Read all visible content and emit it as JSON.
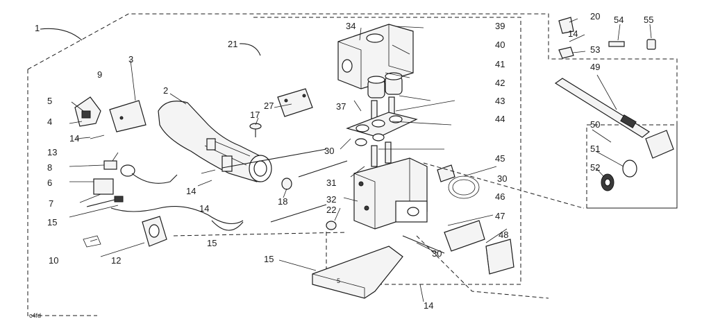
{
  "callouts": [
    "1",
    "2",
    "3",
    "4",
    "5",
    "6",
    "7",
    "8",
    "9",
    "10",
    "12",
    "13",
    "14",
    "14",
    "14",
    "14",
    "14",
    "15",
    "15",
    "15",
    "17",
    "18",
    "20",
    "21",
    "22",
    "27",
    "30",
    "30",
    "30",
    "31",
    "32",
    "34",
    "37",
    "39",
    "40",
    "41",
    "42",
    "43",
    "44",
    "45",
    "46",
    "47",
    "48",
    "49",
    "50",
    "51",
    "52",
    "53",
    "54",
    "55"
  ],
  "corner_code": "c4fd"
}
